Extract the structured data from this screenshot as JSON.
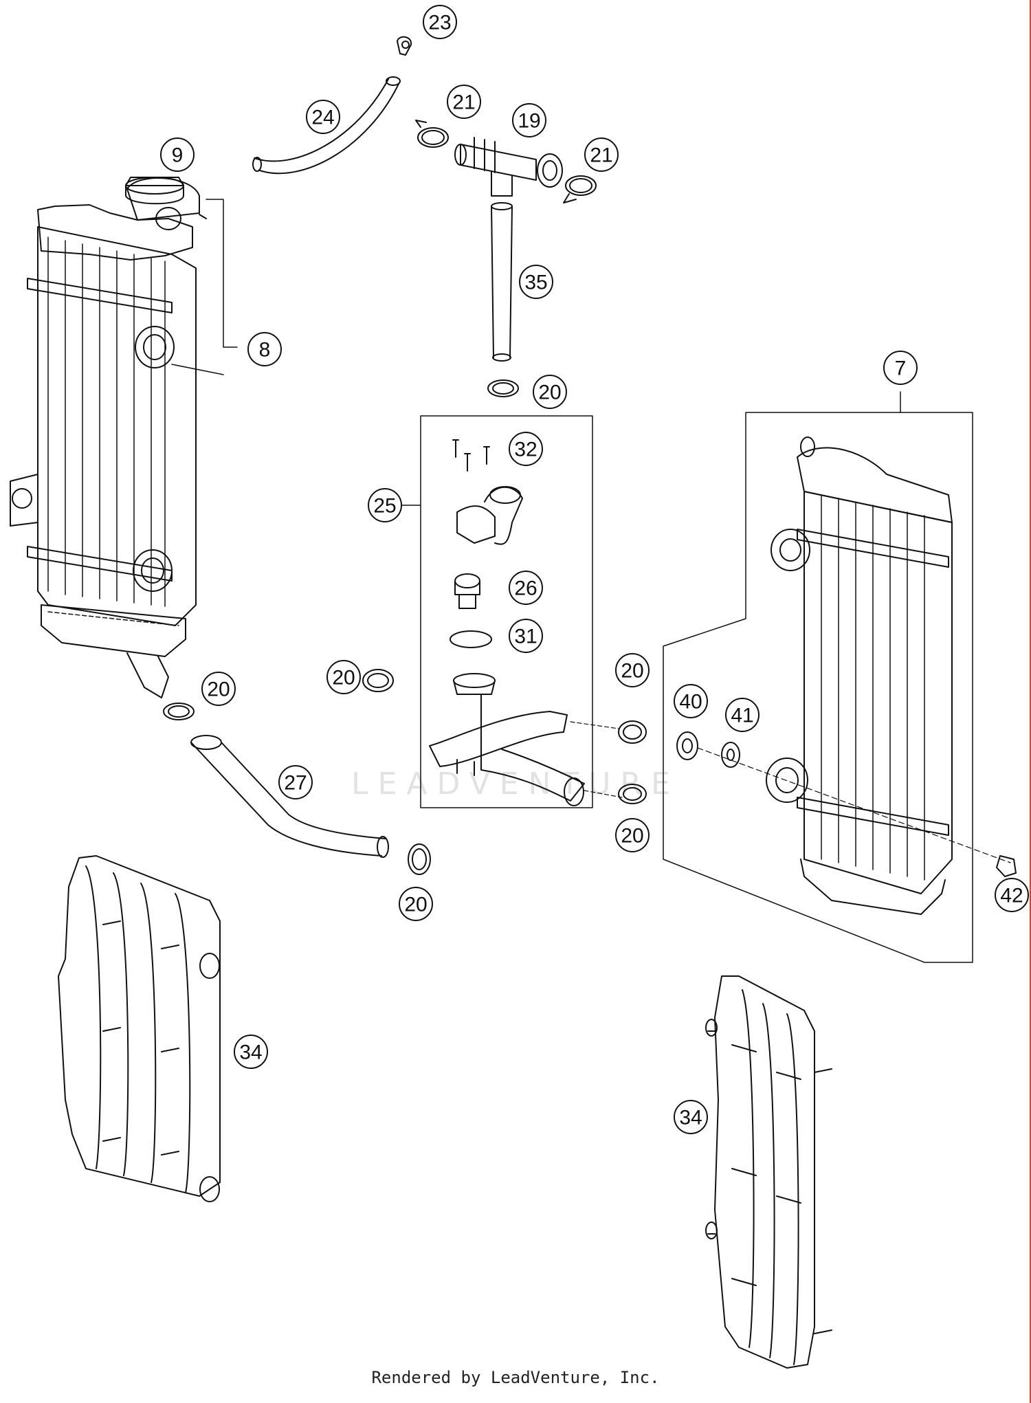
{
  "footer": "Rendered by LeadVenture, Inc.",
  "watermark": "LEADVENTURE",
  "colors": {
    "line": "#111111",
    "accent_rule": "#e53935"
  },
  "callouts": [
    {
      "id": "c23",
      "label": "23"
    },
    {
      "id": "c24",
      "label": "24"
    },
    {
      "id": "c21a",
      "label": "21"
    },
    {
      "id": "c19",
      "label": "19"
    },
    {
      "id": "c21b",
      "label": "21"
    },
    {
      "id": "c9",
      "label": "9"
    },
    {
      "id": "c8",
      "label": "8"
    },
    {
      "id": "c35",
      "label": "35"
    },
    {
      "id": "c20a",
      "label": "20"
    },
    {
      "id": "c7",
      "label": "7"
    },
    {
      "id": "c32",
      "label": "32"
    },
    {
      "id": "c25",
      "label": "25"
    },
    {
      "id": "c26",
      "label": "26"
    },
    {
      "id": "c31",
      "label": "31"
    },
    {
      "id": "c20b",
      "label": "20"
    },
    {
      "id": "c20c",
      "label": "20"
    },
    {
      "id": "c20d",
      "label": "20"
    },
    {
      "id": "c40",
      "label": "40"
    },
    {
      "id": "c41",
      "label": "41"
    },
    {
      "id": "c27",
      "label": "27"
    },
    {
      "id": "c20e",
      "label": "20"
    },
    {
      "id": "c20f",
      "label": "20"
    },
    {
      "id": "c42",
      "label": "42"
    },
    {
      "id": "c34a",
      "label": "34"
    },
    {
      "id": "c34b",
      "label": "34"
    }
  ]
}
